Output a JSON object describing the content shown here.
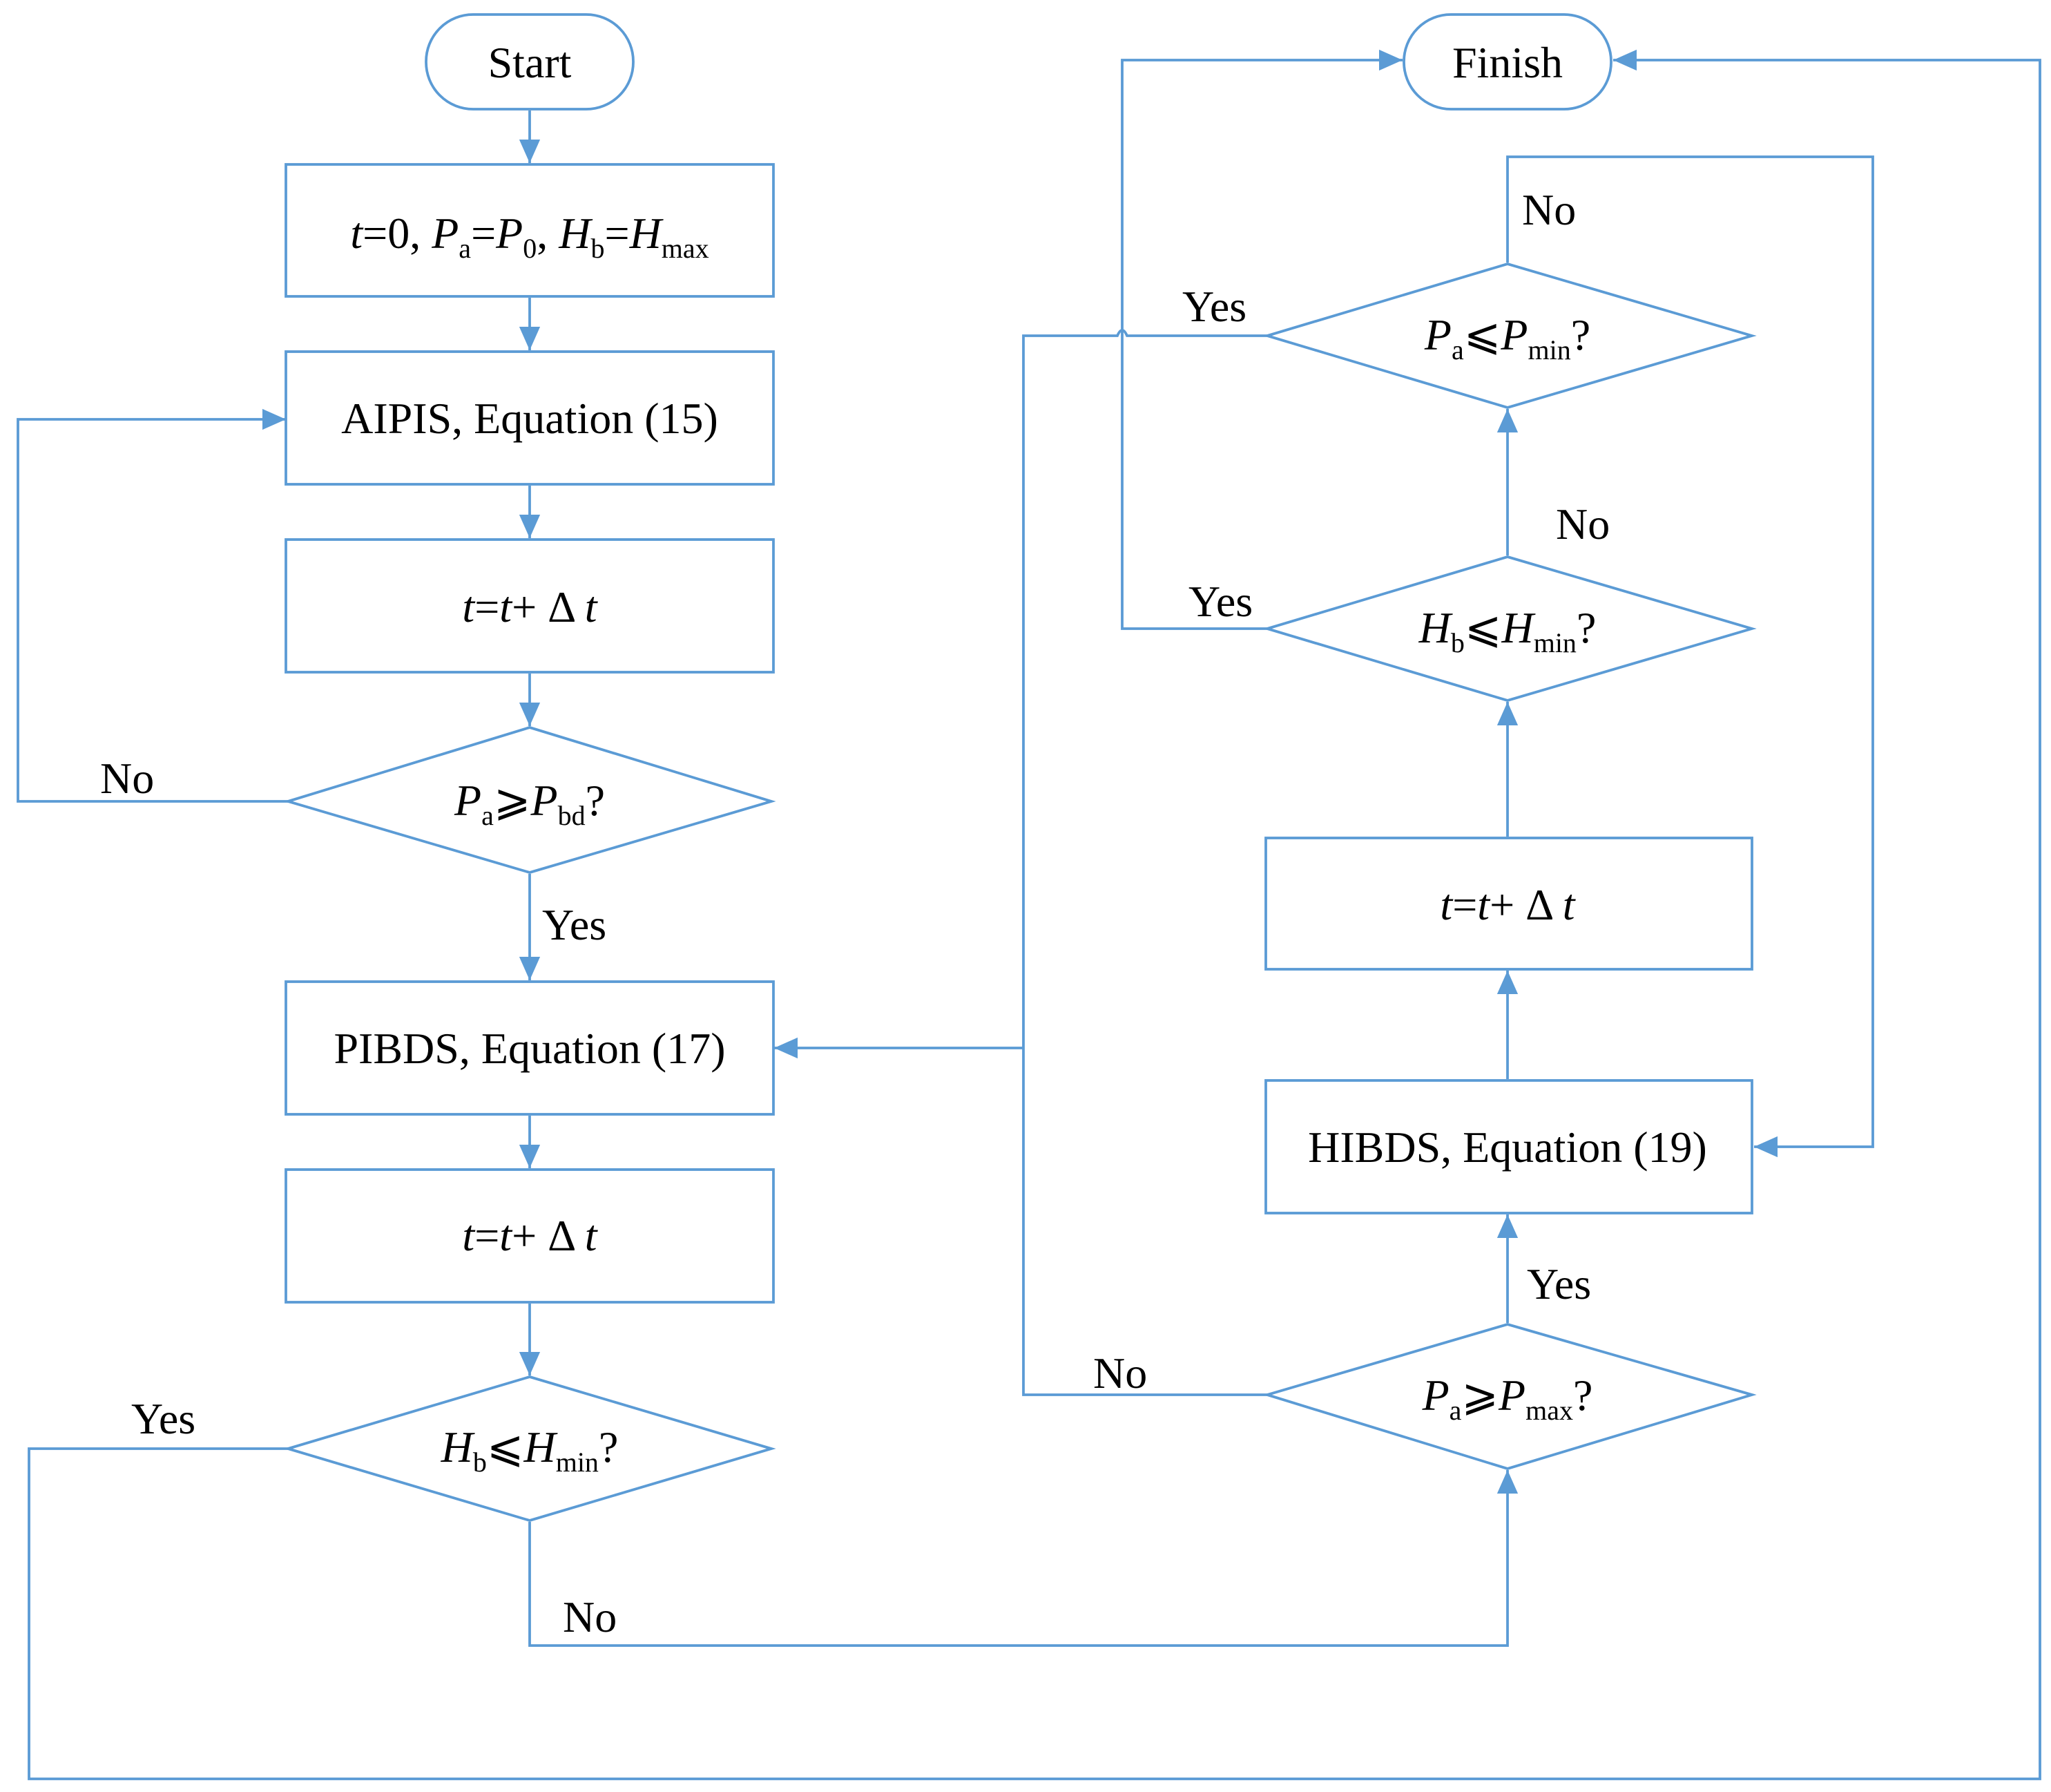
{
  "nodes": {
    "start": "Start",
    "finish": "Finish",
    "init": {
      "t": "t",
      "eq0": "=0, ",
      "p": "P",
      "a": "a",
      "eq": "=",
      "p0": "P",
      "zero": "0",
      "comma": ", ",
      "h": "H",
      "b": "b",
      "eq2": "=",
      "hmax": "H",
      "max": "max"
    },
    "aipis": "AIPIS, Equation (15)",
    "step": {
      "t1": "t",
      "eq": "=",
      "t2": "t",
      "plus": "+ Δ ",
      "t3": "t"
    },
    "cond_pbd": {
      "p": "P",
      "a": "a",
      "op": "⩾",
      "p2": "P",
      "sub": "bd",
      "q": "?"
    },
    "pibds": "PIBDS, Equation (17)",
    "cond_hmin": {
      "h": "H",
      "b": "b",
      "op": "⩽",
      "h2": "H",
      "sub": "min",
      "q": "?"
    },
    "cond_pmax": {
      "p": "P",
      "a": "a",
      "op": "⩾",
      "p2": "P",
      "sub": "max",
      "q": "?"
    },
    "hibds": "HIBDS, Equation (19)",
    "cond_pmin": {
      "p": "P",
      "a": "a",
      "op": "⩽",
      "p2": "P",
      "sub": "min",
      "q": "?"
    }
  },
  "labels": {
    "yes": "Yes",
    "no": "No"
  },
  "colors": {
    "line": "#5b9bd5",
    "text": "#000000",
    "background": "#ffffff"
  }
}
